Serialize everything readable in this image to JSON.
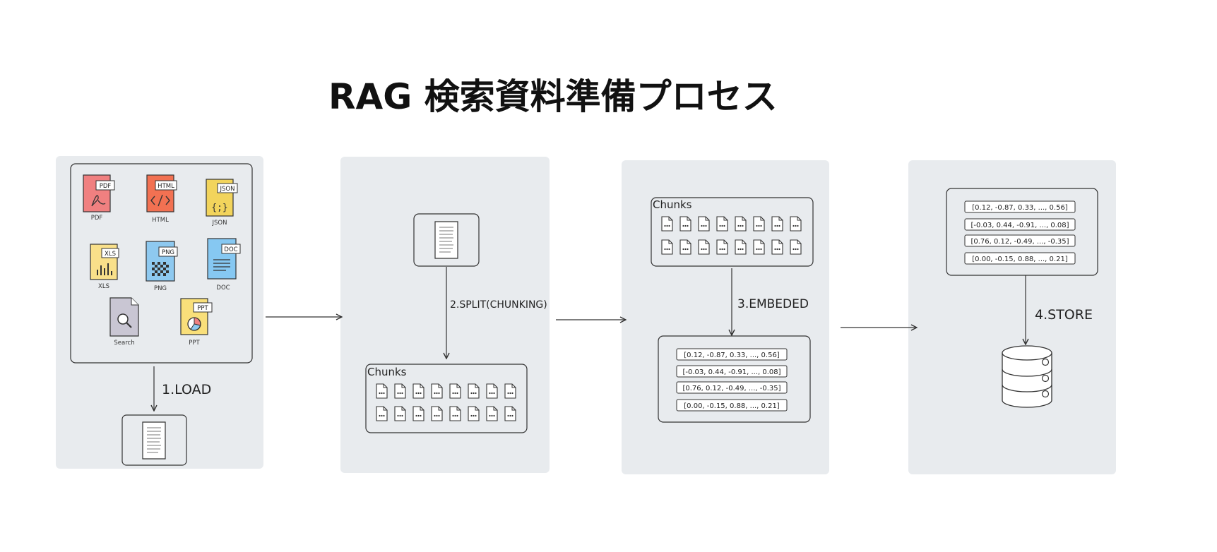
{
  "title": "RAG 検索資料準備プロセス",
  "colors": {
    "panel": "#e8ebee",
    "box_stroke": "#3b3b3b",
    "pdf": "#f08080",
    "html": "#f27152",
    "json": "#f2d45c",
    "xls": "#f9e08a",
    "png": "#8ec9f0",
    "doc": "#86c8f2",
    "search": "#c9c6d3",
    "ppt": "#f9df7a"
  },
  "steps": {
    "load": "1.LOAD",
    "split": "2.SPLIT(CHUNKING)",
    "embed": "3.EMBEDED",
    "store": "4.STORE"
  },
  "files": [
    {
      "tag": "PDF",
      "label": "PDF",
      "icon": "pdf-icon"
    },
    {
      "tag": "HTML",
      "label": "HTML",
      "icon": "code-icon"
    },
    {
      "tag": "JSON",
      "label": "JSON",
      "icon": "braces-icon"
    },
    {
      "tag": "XLS",
      "label": "XLS",
      "icon": "bar-chart-icon"
    },
    {
      "tag": "PNG",
      "label": "PNG",
      "icon": "checker-icon"
    },
    {
      "tag": "DOC",
      "label": "DOC",
      "icon": "lines-icon"
    },
    {
      "tag": "",
      "label": "Search",
      "icon": "magnifier-icon"
    },
    {
      "tag": "PPT",
      "label": "PPT",
      "icon": "pie-icon"
    }
  ],
  "chunks_label": "Chunks",
  "vectors": [
    "[0.12, -0.87, 0.33, ..., 0.56]",
    "[-0.03, 0.44, -0.91, ..., 0.08]",
    "[0.76, 0.12, -0.49, ..., -0.35]",
    "[0.00, -0.15, 0.88, ..., 0.21]"
  ]
}
